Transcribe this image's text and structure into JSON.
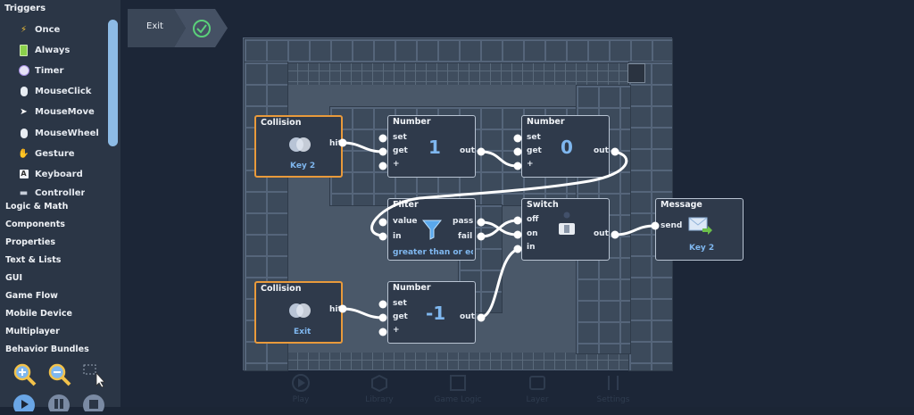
{
  "sidebar": {
    "triggers_title": "Triggers",
    "triggers": [
      {
        "label": "Once",
        "icon": "lightning-icon"
      },
      {
        "label": "Always",
        "icon": "battery-icon"
      },
      {
        "label": "Timer",
        "icon": "alarm-clock-icon"
      },
      {
        "label": "MouseClick",
        "icon": "mouse-icon"
      },
      {
        "label": "MouseMove",
        "icon": "cursor-icon"
      },
      {
        "label": "MouseWheel",
        "icon": "mouse-wheel-icon"
      },
      {
        "label": "Gesture",
        "icon": "hand-icon"
      },
      {
        "label": "Keyboard",
        "icon": "keyboard-key-icon"
      },
      {
        "label": "Controller",
        "icon": "gamepad-icon"
      }
    ],
    "categories": [
      "Logic & Math",
      "Components",
      "Properties",
      "Text & Lists",
      "GUI",
      "Game Flow",
      "Mobile Device",
      "Multiplayer",
      "Behavior Bundles"
    ]
  },
  "exit_bar": {
    "label": "Exit"
  },
  "nodes": {
    "collision1": {
      "title": "Collision",
      "port_hit": "hit",
      "caption": "Key 2"
    },
    "number1": {
      "title": "Number",
      "set": "set",
      "get": "get",
      "plus": "+",
      "value": "1",
      "out": "out"
    },
    "number2": {
      "title": "Number",
      "set": "set",
      "get": "get",
      "plus": "+",
      "value": "0",
      "out": "out"
    },
    "filter": {
      "title": "Filter",
      "value": "value",
      "in": "in",
      "pass": "pass",
      "fail": "fail",
      "condition": "greater than or equ"
    },
    "switch": {
      "title": "Switch",
      "off": "off",
      "on": "on",
      "in": "in",
      "out": "out"
    },
    "message": {
      "title": "Message",
      "send": "send",
      "caption": "Key 2"
    },
    "collision2": {
      "title": "Collision",
      "port_hit": "hit",
      "caption": "Exit"
    },
    "number3": {
      "title": "Number",
      "set": "set",
      "get": "get",
      "plus": "+",
      "value": "-1",
      "out": "out"
    }
  },
  "bottom_nav": [
    "Play",
    "Library",
    "Game Logic",
    "Layer",
    "Settings"
  ],
  "colors": {
    "accent": "#7fb7ef",
    "selected": "#e99a3b",
    "panel": "#2b3646"
  }
}
